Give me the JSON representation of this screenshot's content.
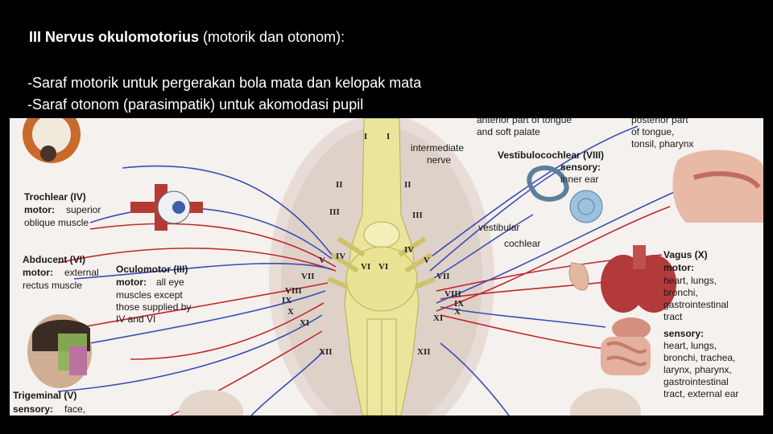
{
  "slide": {
    "title_bold": "III Nervus okulomotorius",
    "title_rest": " (motorik dan otonom):",
    "bullets": [
      "-Saraf motorik untuk pergerakan bola mata dan kelopak mata",
      "-Saraf otonom (parasimpatik) untuk akomodasi pupil"
    ]
  },
  "figure": {
    "top_center_1": "anterior part of tongue",
    "top_center_2": "and soft palate",
    "top_right_1": "posterior part",
    "top_right_2": "of tongue,",
    "top_right_3": "tonsil, pharynx",
    "intermediate_1": "intermediate",
    "intermediate_2": "nerve",
    "vestibulocochlear_title": "Vestibulocochlear (VIII)",
    "vestibulocochlear_sensory": "sensory:",
    "vestibulocochlear_desc": "inner ear",
    "vestibular": "vestibular",
    "cochlear": "cochlear",
    "trochlear_title": "Trochlear (IV)",
    "trochlear_motor": "motor:",
    "trochlear_desc1": "superior",
    "trochlear_desc2": "oblique muscle",
    "abducent_title": "Abducent (VI)",
    "abducent_motor": "motor:",
    "abducent_desc1": "external",
    "abducent_desc2": "rectus muscle",
    "oculomotor_title": "Oculomotor (III)",
    "oculomotor_motor": "motor:",
    "oculomotor_desc1": "all eye",
    "oculomotor_desc2": "muscles except",
    "oculomotor_desc3": "those supplied by",
    "oculomotor_desc4": "IV and VI",
    "trigeminal_title": "Trigeminal (V)",
    "trigeminal_sensory": "sensory:",
    "trigeminal_desc": "face,",
    "vagus_title": "Vagus (X)",
    "vagus_motor": "motor:",
    "vagus_motor_1": "heart, lungs,",
    "vagus_motor_2": "bronchi,",
    "vagus_motor_3": "gastrointestinal",
    "vagus_motor_4": "tract",
    "vagus_sensory": "sensory:",
    "vagus_sensory_1": "heart, lungs,",
    "vagus_sensory_2": "bronchi, trachea,",
    "vagus_sensory_3": "larynx, pharynx,",
    "vagus_sensory_4": "gastrointestinal",
    "vagus_sensory_5": "tract, external ear",
    "numerals": {
      "I": "I",
      "II": "II",
      "III": "III",
      "IV": "IV",
      "V": "V",
      "VI": "VI",
      "VII": "VII",
      "VIII": "VIII",
      "IX": "IX",
      "X": "X",
      "XI": "XI",
      "XII": "XII"
    }
  }
}
